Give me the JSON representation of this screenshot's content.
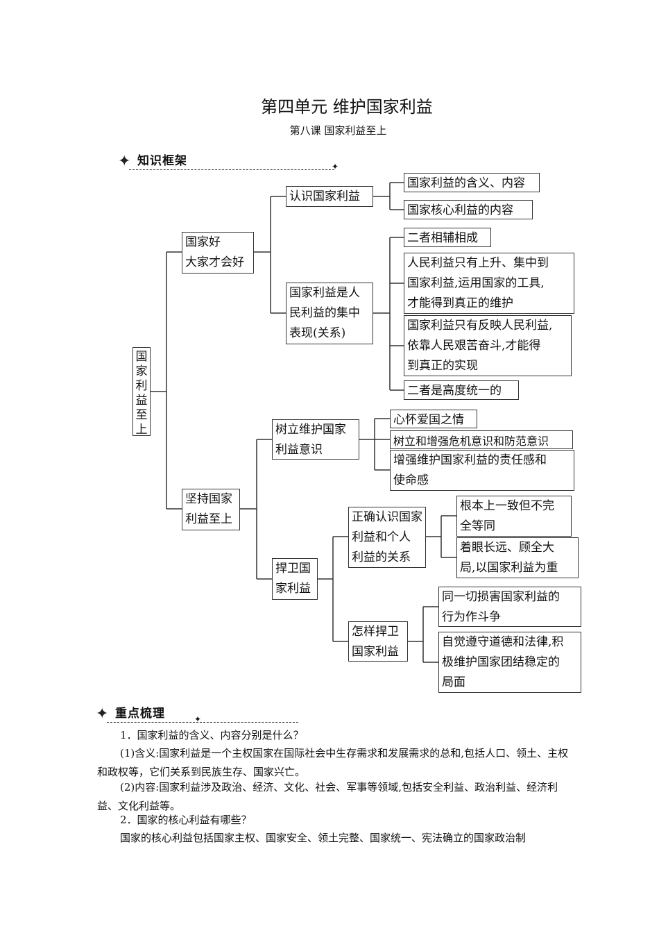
{
  "title": "第四单元  维护国家利益",
  "subtitle": "第八课  国家利益至上",
  "section1": {
    "label": "知识框架",
    "icon": "star-icon"
  },
  "section2": {
    "label": "重点梳理",
    "icon": "star-icon"
  },
  "tree": {
    "root": "国家利益至上",
    "b1": "国家好\n大家才会好",
    "b1a": "认识国家利益",
    "b1a1": "国家利益的含义、内容",
    "b1a2": "国家核心利益的内容",
    "b1b": "国家利益是人\n民利益的集中\n表现(关系)",
    "b1b1": "二者相辅相成",
    "b1b2": "人民利益只有上升、集中到\n国家利益,运用国家的工具,\n才能得到真正的维护",
    "b1b3": "国家利益只有反映人民利益,\n依靠人民艰苦奋斗,才能得\n到真正的实现",
    "b1b4": "二者是高度统一的",
    "b2": "坚持国家\n利益至上",
    "b2a": "树立维护国家\n利益意识",
    "b2a1": "心怀爱国之情",
    "b2a2": "树立和增强危机意识和防范意识",
    "b2a3": "增强维护国家利益的责任感和\n使命感",
    "b2b": "捍卫国\n家利益",
    "b2b1": "正确认识国家\n利益和个人\n利益的关系",
    "b2b1a": "根本上一致但不完\n全等同",
    "b2b1b": "着眼长远、顾全大\n局,以国家利益为重",
    "b2b2": "怎样捍卫\n国家利益",
    "b2b2a": "同一切损害国家利益的\n行为作斗争",
    "b2b2b": "自觉遵守道德和法律,积\n极维护国家团结稳定的\n局面"
  },
  "notes": {
    "q1": "1．国家利益的含义、内容分别是什么？",
    "a1a": "(1)含义:国家利益是一个主权国家在国际社会中生存需求和发展需求的总和,包括人口、领土、主权和政权等，它们关系到民族生存、国家兴亡。",
    "a1b": "(2)内容:国家利益涉及政治、经济、文化、社会、军事等领域,包括安全利益、政治利益、经济利益、文化利益等。",
    "q2": "2．国家的核心利益有哪些？",
    "a2": "国家的核心利益包括国家主权、国家安全、领土完整、国家统一、宪法确立的国家政治制"
  }
}
